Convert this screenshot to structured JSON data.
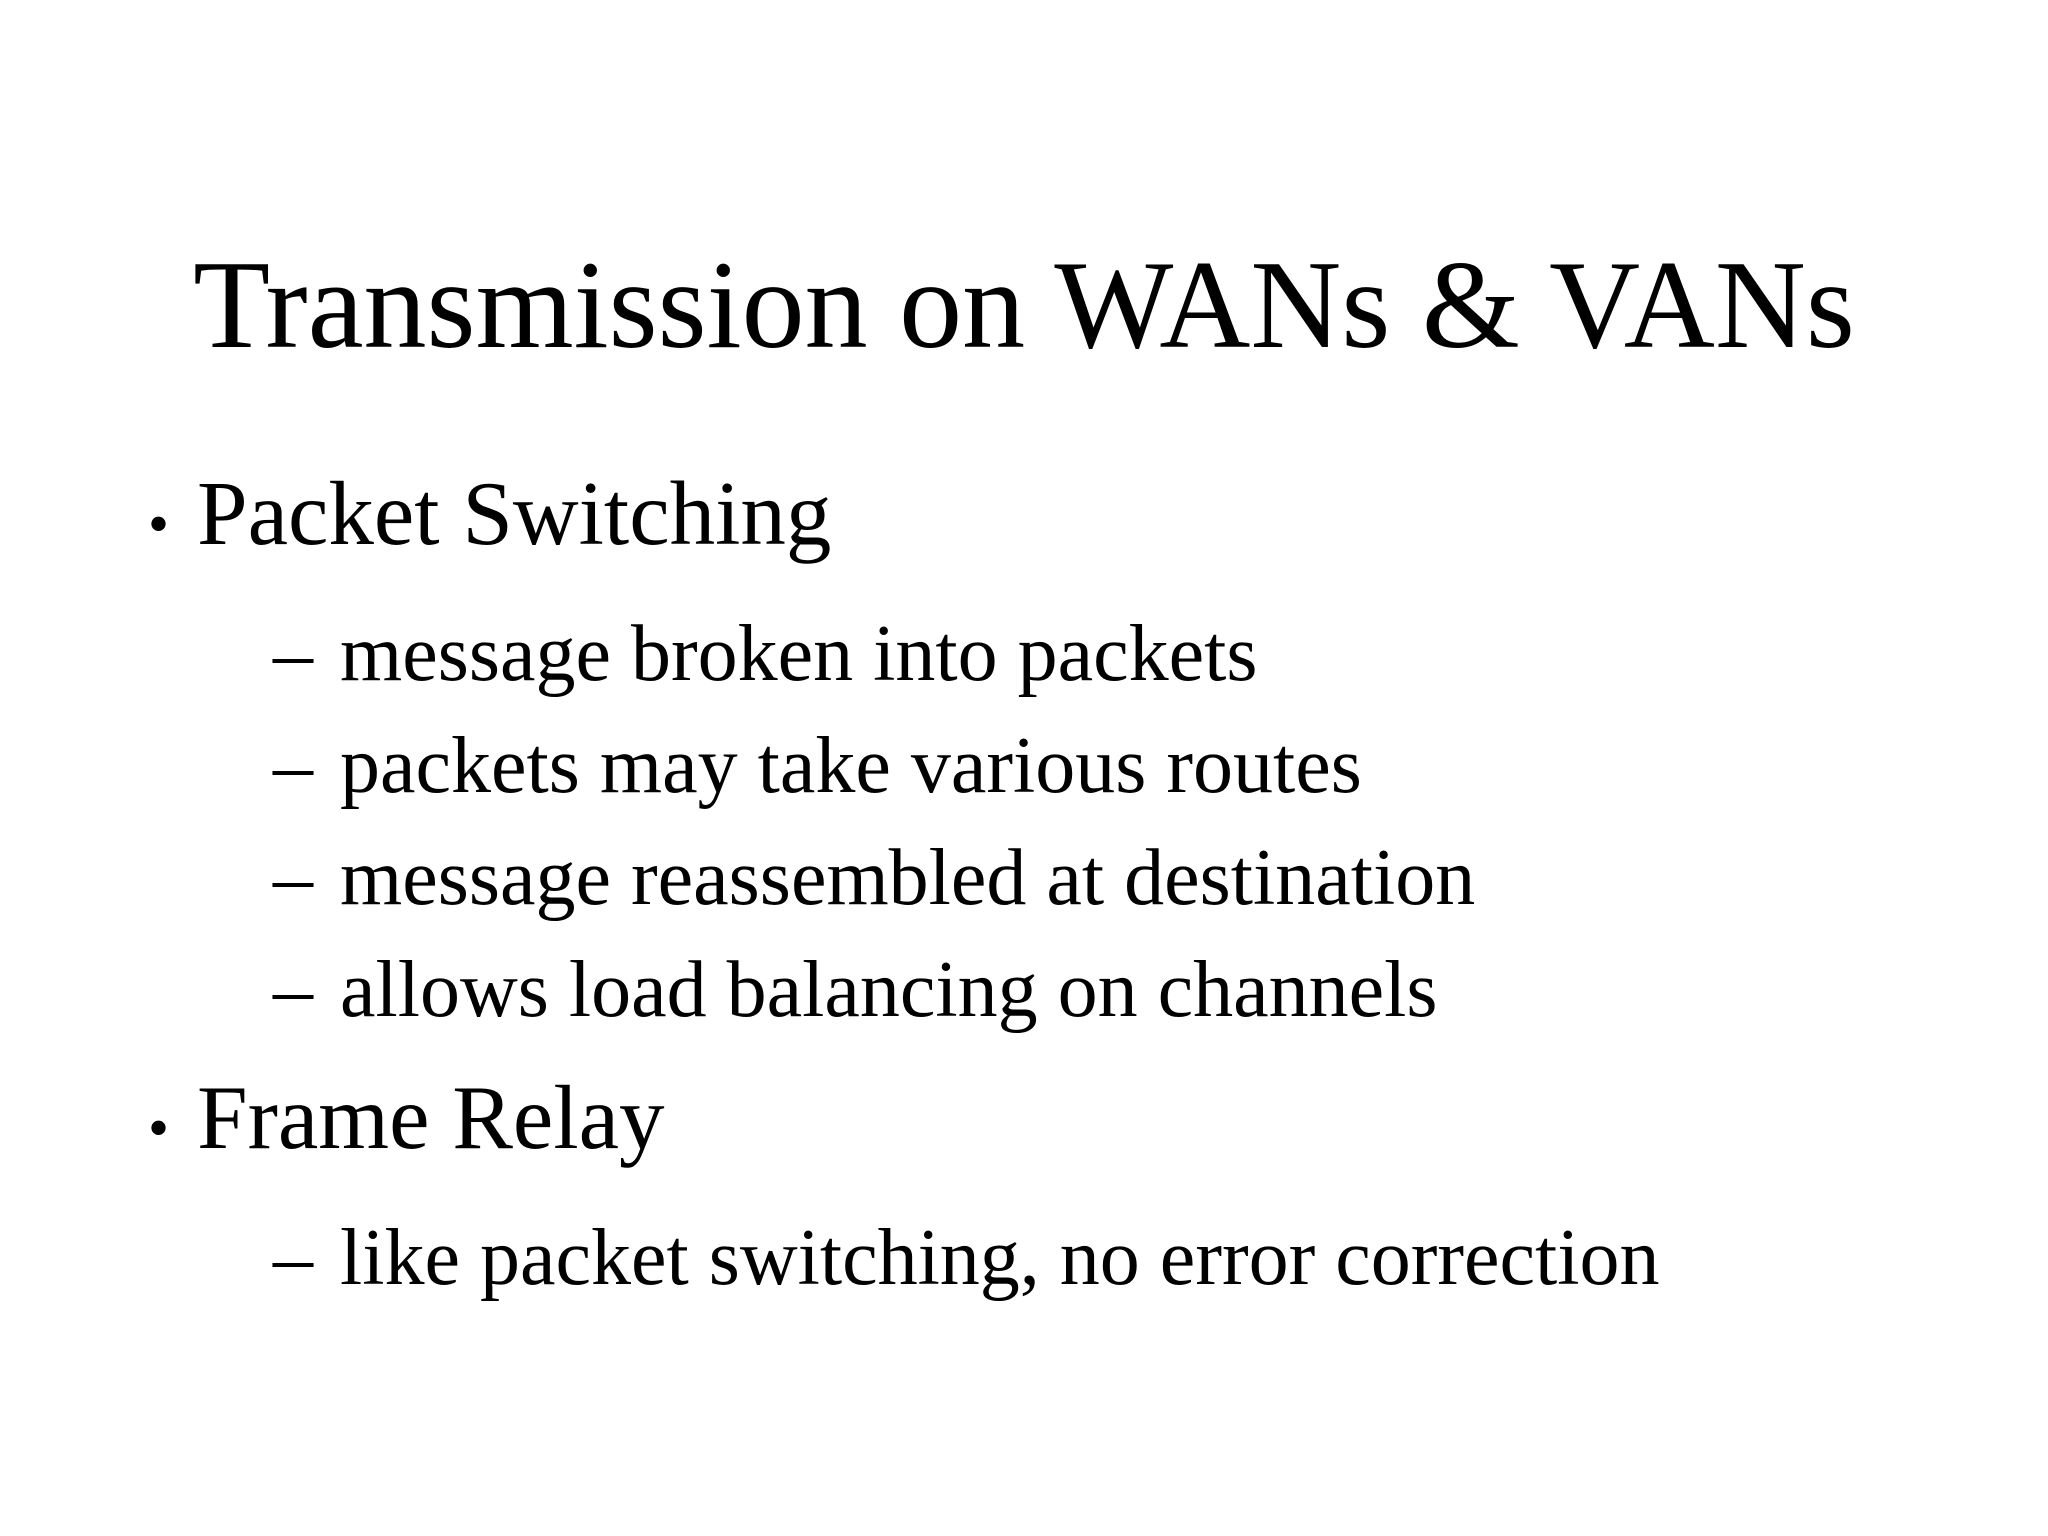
{
  "slide": {
    "title": "Transmission on WANs & VANs",
    "bullet_glyph": "•",
    "dash_glyph": "–",
    "colors": {
      "text": "#000000",
      "background": "#ffffff"
    },
    "bullets": [
      {
        "label": "Packet Switching",
        "sub_items": [
          "message broken into packets",
          "packets may take various routes",
          "message reassembled at destination",
          "allows load balancing on channels"
        ]
      },
      {
        "label": "Frame Relay",
        "sub_items": [
          "like packet switching, no error correction"
        ]
      }
    ]
  }
}
